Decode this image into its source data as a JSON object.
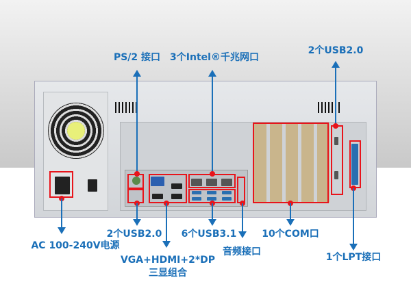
{
  "labels": {
    "ps2": "PS/2 接口",
    "lan": "3个Intel®千兆网口",
    "usb20_top": "2个USB2.0",
    "power": "AC 100-240V电源",
    "usb20_bottom": "2个USB2.0",
    "video_line1": "VGA+HDMI+2*DP",
    "video_line2": "三显组合",
    "usb31": "6个USB3.1",
    "audio": "音频接口",
    "com": "10个COM口",
    "lpt": "1个LPT接口"
  },
  "colors": {
    "label": "#1a6fb8",
    "highlight": "#e8141b"
  }
}
